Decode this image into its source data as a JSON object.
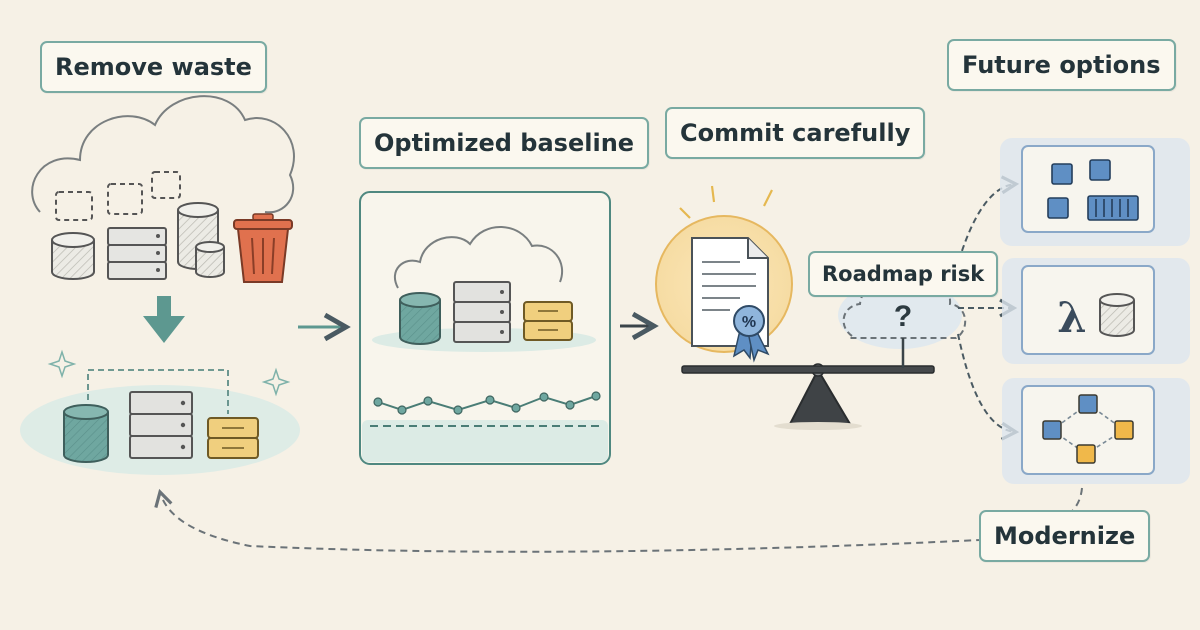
{
  "labels": {
    "remove_waste": "Remove waste",
    "optimized_baseline": "Optimized baseline",
    "commit_carefully": "Commit carefully",
    "roadmap_risk": "Roadmap risk",
    "future_options": "Future options",
    "modernize": "Modernize"
  },
  "icons": {
    "lambda_glyph": "λ",
    "certificate_badge_glyph": "%",
    "question_glyph": "?"
  },
  "colors": {
    "background": "#f6f1e6",
    "label_border": "#79aaa2",
    "teal": "#6fa7a0",
    "trash_red": "#e0714e",
    "amber": "#f0cf7e",
    "blue_cube": "#5f8fc4",
    "ink": "#3a4449"
  }
}
